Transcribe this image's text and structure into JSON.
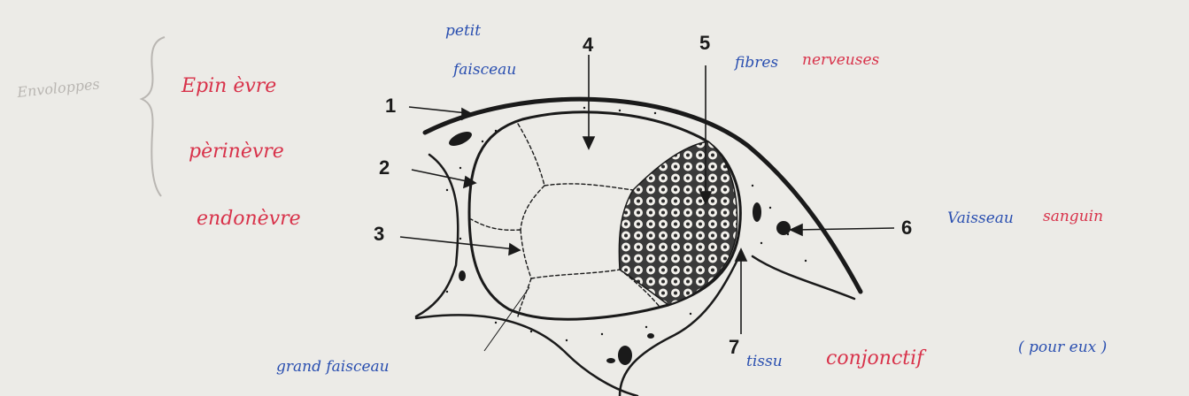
{
  "colors": {
    "paper": "#ecebe7",
    "ink": "#1a1a1a",
    "red": "#d8324a",
    "blue": "#2a4fb0",
    "faint": "#b9b6b2"
  },
  "bracket_label": "Envoloppes",
  "labels": {
    "epinevre": "Epin èvre",
    "perinevre": "pèrinèvre",
    "endonevre": "endonèvre",
    "petit_line1": "petit",
    "petit_line2": "faisceau",
    "fibres_blue": "fibres",
    "fibres_red": "nerveuses",
    "vaisseau_blue": "Vaisseau",
    "vaisseau_red": "sanguin",
    "grand_faisceau": "grand faisceau",
    "tissu_blue": "tissu",
    "tissu_red": "conjonctif",
    "tissu_paren": "( pour eux )"
  },
  "numbers": {
    "n1": "1",
    "n2": "2",
    "n3": "3",
    "n4": "4",
    "n5": "5",
    "n6": "6",
    "n7": "7"
  }
}
